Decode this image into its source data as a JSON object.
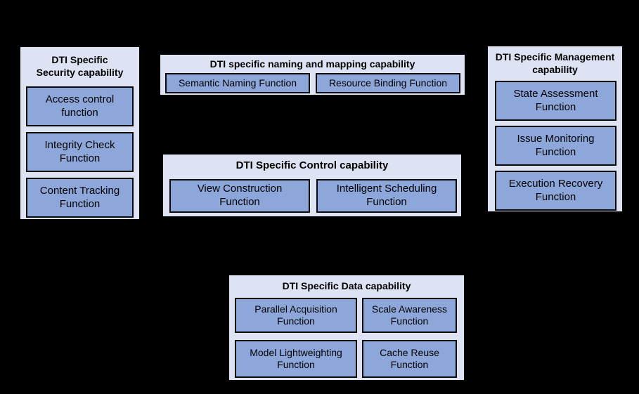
{
  "colors": {
    "background": "#000000",
    "group_fill": "#dde3f3",
    "function_fill": "#8da7db",
    "border": "#000000",
    "text": "#000000"
  },
  "groups": {
    "security": {
      "title": "DTI Specific\nSecurity capability",
      "items": [
        "Access control\nfunction",
        "Integrity Check\nFunction",
        "Content Tracking\nFunction"
      ]
    },
    "naming": {
      "title": "DTI specific naming and mapping capability",
      "items": [
        "Semantic Naming Function",
        "Resource Binding Function"
      ]
    },
    "control": {
      "title": "DTI Specific Control capability",
      "items": [
        "View Construction\nFunction",
        "Intelligent Scheduling\nFunction"
      ]
    },
    "management": {
      "title": "DTI Specific Management\ncapability",
      "items": [
        "State Assessment\nFunction",
        "Issue Monitoring\nFunction",
        "Execution Recovery\nFunction"
      ]
    },
    "data": {
      "title": "DTI Specific Data capability",
      "items": [
        "Parallel Acquisition\nFunction",
        "Scale Awareness\nFunction",
        "Model Lightweighting\nFunction",
        "Cache Reuse\nFunction"
      ]
    }
  }
}
